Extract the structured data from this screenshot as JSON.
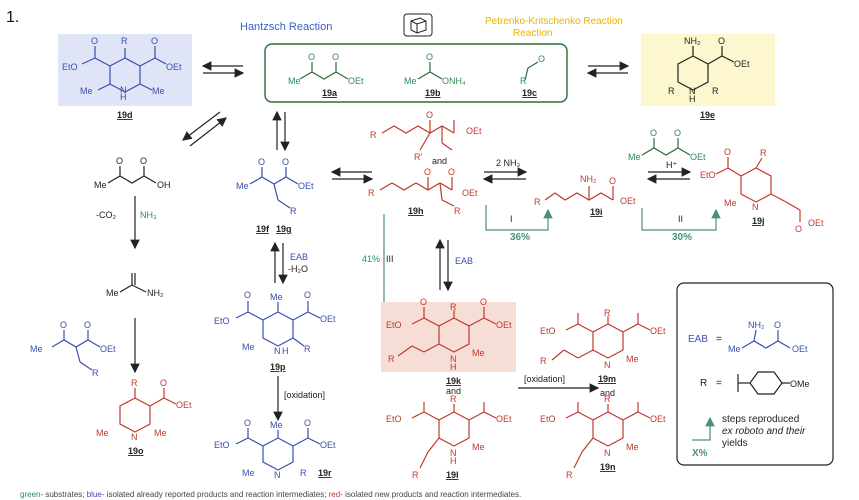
{
  "scheme_number": "1.",
  "headers": {
    "hantzsch": "Hantzsch Reaction",
    "petrenko": "Petrenko-Kritschenko Reaction"
  },
  "compounds": {
    "c19a": "19a",
    "c19b": "19b",
    "c19c": "19c",
    "c19d": "19d",
    "c19e": "19e",
    "c19f": "19f",
    "c19g": "19g",
    "c19h": "19h",
    "c19i": "19i",
    "c19j": "19j",
    "c19k": "19k",
    "c19l": "19l",
    "c19m": "19m",
    "c19n": "19n",
    "c19o": "19o",
    "c19p": "19p",
    "c19r": "19r"
  },
  "atoms": {
    "R": "R",
    "Me": "Me",
    "OEt": "OEt",
    "EtO": "EtO",
    "H": "H",
    "N": "N",
    "NH": "N",
    "NH2": "NH₂",
    "ONH4": "ONH₄",
    "O": "O",
    "OH": "OH",
    "Rp": "R'"
  },
  "conditions": {
    "and": "and",
    "nh3_2": "2 NH₃",
    "h_plus": "H⁺",
    "co2": "-CO₂",
    "nh3": "NH₃",
    "eab": "EAB",
    "h2o": "-H₂O",
    "oxidation": "[oxidation]",
    "step_i": "I",
    "step_ii": "II",
    "step_iii": "III"
  },
  "yields": {
    "i": "36%",
    "ii": "30%",
    "iii": "41%"
  },
  "legend": {
    "eab_label": "EAB",
    "eq": "=",
    "r_label": "R",
    "ome": "OMe",
    "steps_line1": "steps reproduced",
    "steps_line2": "ex roboto and their",
    "steps_line3": "yields",
    "x_percent": "X%"
  },
  "footer": {
    "green": "green",
    "green_txt": "- substrates; ",
    "blue": "blue",
    "blue_txt": "- isolated already reported products and reaction intermediates; ",
    "red": "red",
    "red_txt": "- isolated new products and reaction intermediates."
  },
  "colors": {
    "substrate_green": "#2e6b3a",
    "known_blue": "#3a4fb0",
    "new_red": "#c0392b",
    "hantzsch_box_bg": "#dfe5f6",
    "petrenko_box_bg": "#fdf7cf",
    "red_box_bg": "#f6ddd6",
    "step_arrow": "#4a8f7d"
  }
}
